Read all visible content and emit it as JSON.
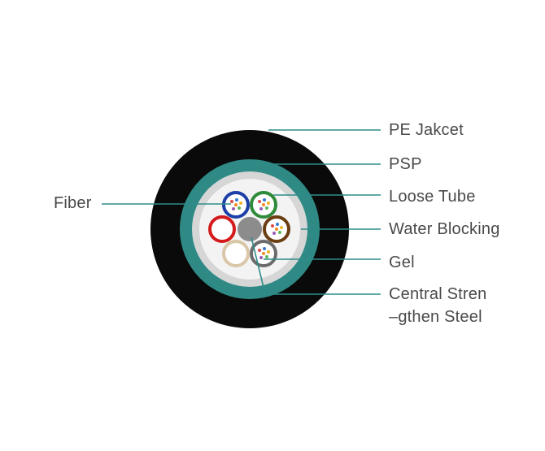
{
  "labels": {
    "pe_jacket": "PE Jakcet",
    "psp": "PSP",
    "loose_tube": "Loose Tube",
    "water_blocking": "Water Blocking",
    "gel": "Gel",
    "central_strength_line1": "Central Stren",
    "central_strength_line2": "–gthen Steel",
    "fiber": "Fiber"
  },
  "colors": {
    "jacket": "#0a0a0a",
    "psp": "#2f8a86",
    "water_blocking": "#d6d6d6",
    "gel": "#f3f3f3",
    "central_member": "#8c8c8c",
    "leader_line": "#2e8c88",
    "label_text": "#4a4a4a"
  },
  "tubes": [
    {
      "name": "blue",
      "color": "#1c3fa8"
    },
    {
      "name": "green",
      "color": "#2e8b3a"
    },
    {
      "name": "brown",
      "color": "#6b3d12"
    },
    {
      "name": "gray",
      "color": "#6b6b6b"
    },
    {
      "name": "beige",
      "color": "#d9c7a8"
    },
    {
      "name": "red",
      "color": "#d41a1a"
    }
  ]
}
